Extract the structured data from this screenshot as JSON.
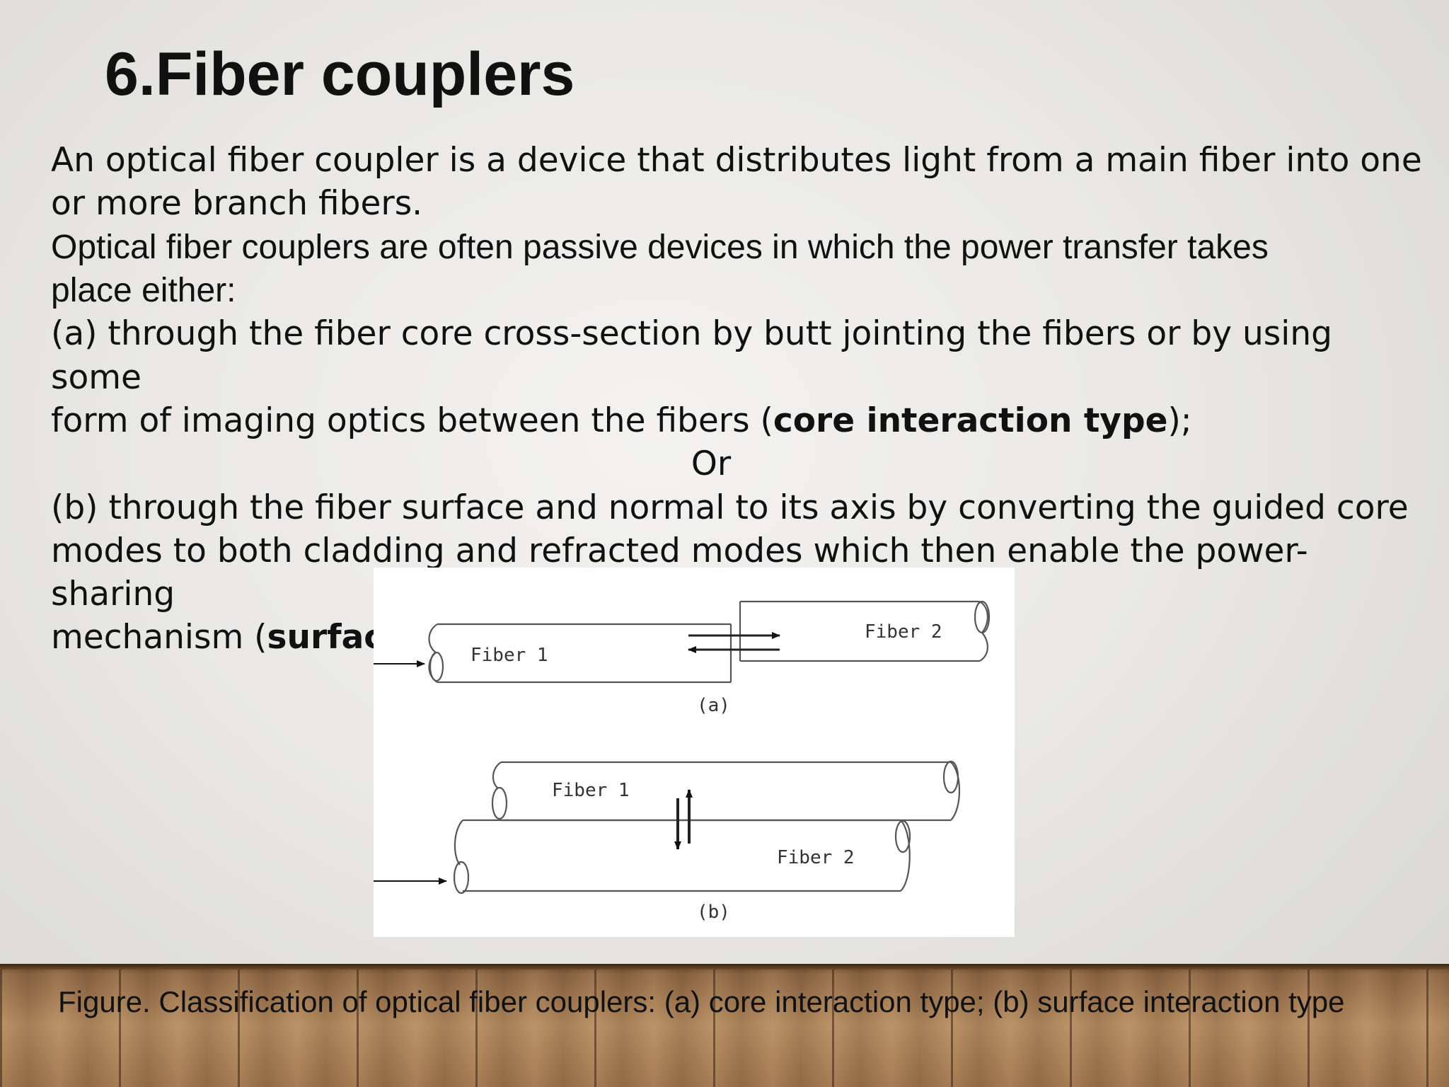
{
  "slide": {
    "title": "6.Fiber couplers",
    "body": {
      "l1": "An optical fiber coupler is a device that distributes light from a main fiber into one",
      "l2": "or more branch fibers.",
      "l3": "Optical fiber couplers are often passive devices in which the power transfer takes",
      "l4": "place either:",
      "l5": "(a) through the fiber core cross-section by butt jointing the fibers or by using",
      "l6": "some",
      "l7_pre": "form of imaging optics between the fibers (",
      "l7_bold": "core interaction type",
      "l7_post": ");",
      "l8": "Or",
      "l9": "(b) through the fiber surface and normal to its axis by converting the guided core",
      "l10": "modes to both cladding and refracted modes which then enable the power-",
      "l11": "sharing",
      "l12_pre": "mechanism (",
      "l12_bold": "surface"
    },
    "figure": {
      "a_fiber1": "Fiber 1",
      "a_fiber2": "Fiber 2",
      "a_label": "(a)",
      "b_fiber1": "Fiber 1",
      "b_fiber2": "Fiber 2",
      "b_label": "(b)"
    },
    "caption": "Figure. Classification of optical fiber couplers: (a) core interaction type; (b) surface interaction type"
  }
}
